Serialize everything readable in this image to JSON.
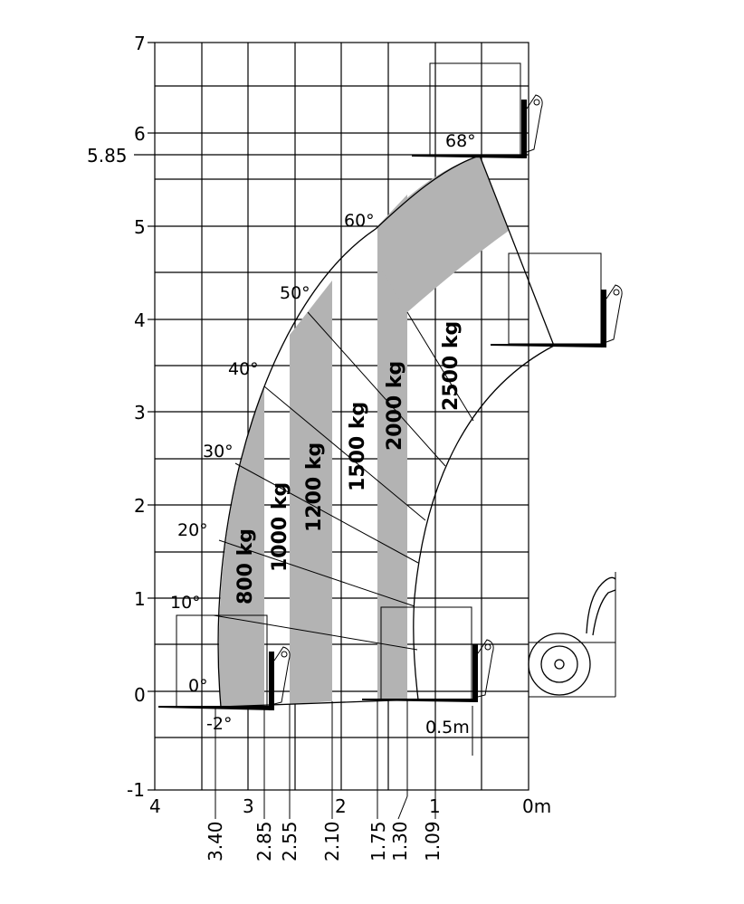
{
  "chart_data": {
    "type": "load chart",
    "x_ticks": [
      "4",
      "3",
      "2",
      "1",
      "0m"
    ],
    "y_ticks": [
      "7",
      "6",
      "5",
      "4",
      "3",
      "2",
      "1",
      "0",
      "-1"
    ],
    "special_y_label": "5.85",
    "x_values": [
      4,
      3,
      2,
      1,
      0
    ],
    "y_values": [
      7,
      6,
      5,
      4,
      3,
      2,
      1,
      0,
      -1
    ],
    "xlim": [
      4,
      0
    ],
    "ylim": [
      -1,
      7
    ],
    "max_height": 5.85,
    "rotated_reach_labels": [
      {
        "label": "3.40",
        "x": 3.4
      },
      {
        "label": "2.85",
        "x": 2.85
      },
      {
        "label": "2.55",
        "x": 2.55
      },
      {
        "label": "2.10",
        "x": 2.1
      },
      {
        "label": "1.75",
        "x": 1.75
      },
      {
        "label": "1.30",
        "x": 1.3
      },
      {
        "label": "1.09",
        "x": 1.09
      }
    ],
    "angles": [
      {
        "label": "68°"
      },
      {
        "label": "60°"
      },
      {
        "label": "50°"
      },
      {
        "label": "40°"
      },
      {
        "label": "30°"
      },
      {
        "label": "20°"
      },
      {
        "label": "10°"
      },
      {
        "label": "0°"
      },
      {
        "label": "-2°"
      }
    ],
    "capacity_zones": [
      {
        "label": "800 kg",
        "shaded": true
      },
      {
        "label": "1000 kg",
        "shaded": false
      },
      {
        "label": "1200 kg",
        "shaded": true
      },
      {
        "label": "1500 kg",
        "shaded": false
      },
      {
        "label": "2000 kg",
        "shaded": true
      },
      {
        "label": "2500 kg",
        "shaded": false
      }
    ],
    "fork_offset_label": "0.5m",
    "colors": {
      "shade": "#b3b3b3",
      "line": "#000000"
    }
  }
}
